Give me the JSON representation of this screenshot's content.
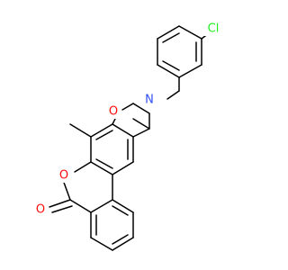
{
  "colors": {
    "bond": "#000000",
    "oxygen": "#ff0d0d",
    "nitrogen": "#3050f8",
    "chlorine": "#1ff01f",
    "carbon_text": "#000000",
    "background": "#ffffff"
  },
  "atoms": {
    "cl": "Cl",
    "n": "N",
    "o_ring": "O",
    "o_lactone": "O",
    "o_carbonyl": "O"
  }
}
